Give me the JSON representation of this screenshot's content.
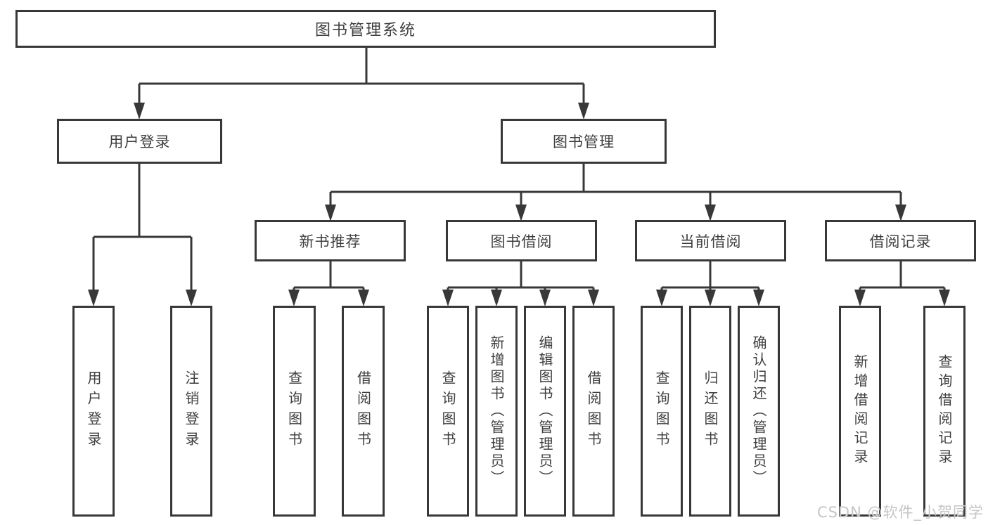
{
  "diagram": {
    "title": "图书管理系统",
    "colors": {
      "line": "#383838",
      "text": "#3f3f3f",
      "background": "#ffffff"
    },
    "nodes": {
      "root": "图书管理系统",
      "user_login": "用户登录",
      "book_mgmt": "图书管理",
      "new_books": "新书推荐",
      "book_borrow": "图书借阅",
      "current_borrow": "当前借阅",
      "borrow_records": "借阅记录",
      "leaf_user_login": "用户登录",
      "leaf_logout": "注销登录",
      "leaf_nb_query": "查询图书",
      "leaf_nb_borrow": "借阅图书",
      "leaf_bb_query": "查询图书",
      "leaf_bb_add": "新增图书（管理员）",
      "leaf_bb_edit": "编辑图书（管理员）",
      "leaf_bb_borrow": "借阅图书",
      "leaf_cb_query": "查询图书",
      "leaf_cb_return": "归还图书",
      "leaf_cb_confirm": "确认归还（管理员）",
      "leaf_br_add": "新增借阅记录",
      "leaf_br_query": "查询借阅记录"
    }
  },
  "watermark": {
    "text": "CSDN @软件_小贺同学",
    "color": "#c3c6ca"
  }
}
